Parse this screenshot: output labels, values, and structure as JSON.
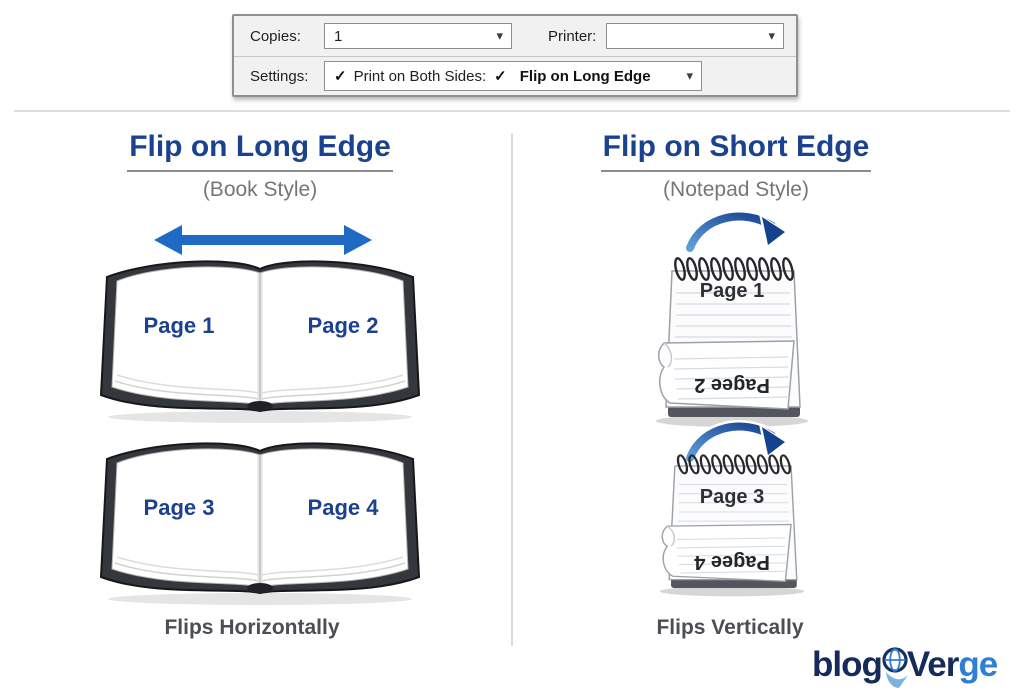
{
  "dialog": {
    "copies_label": "Copies:",
    "copies_value": "1",
    "printer_label": "Printer:",
    "printer_value": "",
    "settings_label": "Settings:",
    "settings_option_prefix": "Print on Both Sides:",
    "settings_option_value": "Flip on Long Edge"
  },
  "icons": {
    "dropdown_arrow": "▾",
    "checkmark": "✓"
  },
  "left_panel": {
    "title": "Flip on Long Edge",
    "subtitle": "(Book Style)",
    "book1": {
      "left_page": "Page 1",
      "right_page": "Page 2"
    },
    "book2": {
      "left_page": "Page 3",
      "right_page": "Page 4"
    },
    "caption": "Flips Horizontally"
  },
  "right_panel": {
    "title": "Flip on Short Edge",
    "subtitle": "(Notepad Style)",
    "notepad1": {
      "front_page": "Page 1",
      "back_page": "Pagee 2"
    },
    "notepad2": {
      "front_page": "Page 3",
      "back_page": "Pagee 4"
    },
    "caption": "Flips Vertically"
  },
  "logo": {
    "part1": "blog",
    "part2": "Ver",
    "part3": "ge"
  },
  "colors": {
    "heading_blue": "#1b428e",
    "arrow_blue": "#1e6ac4",
    "page_text_blue": "#1c4190",
    "caption_gray": "#4b4e54",
    "logo_navy": "#172a5c",
    "logo_light_blue": "#2f7fd4"
  }
}
